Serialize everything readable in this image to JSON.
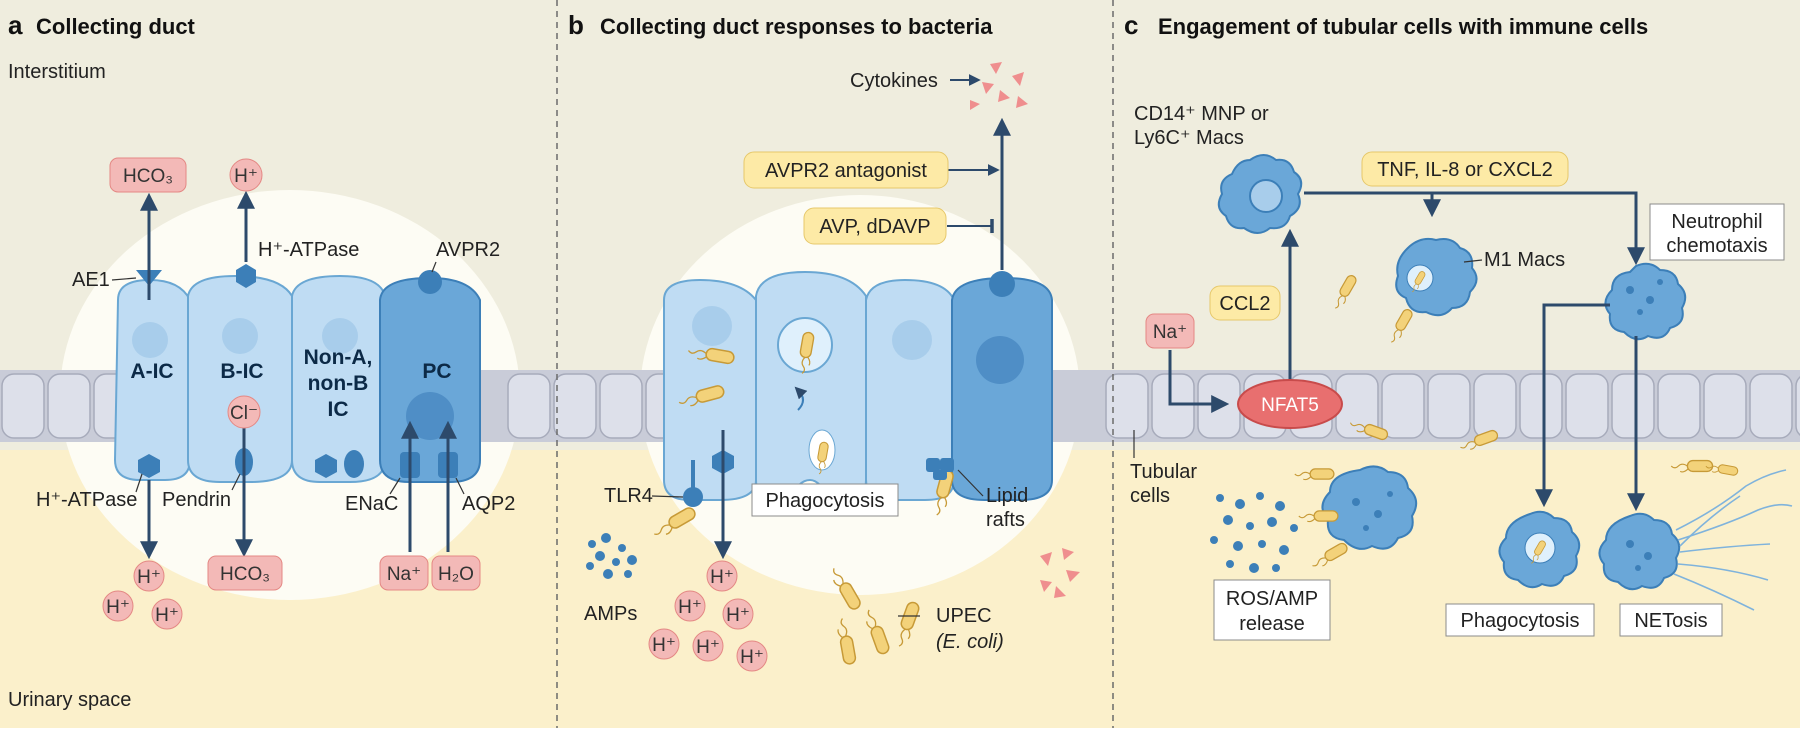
{
  "panel_a": {
    "letter": "a",
    "title": "Collecting duct",
    "interstitium": "Interstitium",
    "urinary_space": "Urinary space",
    "cells": [
      "A-IC",
      "B-IC",
      "Non-A,",
      "non-B",
      "IC",
      "PC"
    ],
    "labels": {
      "ae1": "AE1",
      "hatpase_top": "H⁺-ATPase",
      "avpr2": "AVPR2",
      "hatpase_bottom": "H⁺-ATPase",
      "pendrin": "Pendrin",
      "enac": "ENaC",
      "aqp2": "AQP2"
    },
    "ions": {
      "hco3_top": "HCO₃",
      "h_top": "H⁺",
      "cl": "Cl⁻",
      "h1": "H⁺",
      "h2": "H⁺",
      "h3": "H⁺",
      "hco3_bottom": "HCO₃",
      "na": "Na⁺",
      "h2o": "H₂O"
    }
  },
  "panel_b": {
    "letter": "b",
    "title": "Collecting duct responses to bacteria",
    "cytokines": "Cytokines",
    "avpr2_antagonist": "AVPR2 antagonist",
    "avp": "AVP, dDAVP",
    "tlr4": "TLR4",
    "phagocytosis": "Phagocytosis",
    "lipid": "Lipid",
    "rafts": "rafts",
    "amps": "AMPs",
    "upec": "UPEC",
    "ecoli": "(E. coli)",
    "h": "H⁺"
  },
  "panel_c": {
    "letter": "c",
    "title": "Engagement of tubular cells with immune cells",
    "cd14_line1": "CD14⁺ MNP or",
    "cd14_line2": "Ly6C⁺ Macs",
    "tnf": "TNF, IL-8 or CXCL2",
    "m1": "M1 Macs",
    "neutrophil": "Neutrophil",
    "chemotaxis": "chemotaxis",
    "ccl2": "CCL2",
    "na": "Na⁺",
    "nfat5": "NFAT5",
    "tubular": "Tubular",
    "cells": "cells",
    "ros1": "ROS/AMP",
    "ros2": "release",
    "phagocytosis": "Phagocytosis",
    "netosis": "NETosis"
  }
}
